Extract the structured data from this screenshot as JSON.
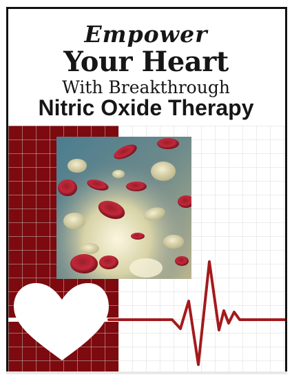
{
  "cover": {
    "title_line1": "Empower",
    "title_line2": "Your Heart",
    "title_line3": "With Breakthrough",
    "title_line4": "Nitric Oxide Therapy"
  },
  "colors": {
    "dark_red": "#7d0a0e",
    "ecg_red": "#a31a1c",
    "grid_line": "#d9d9d9",
    "title_text": "#161616"
  },
  "icons": {
    "heart": "heart-icon",
    "heartbeat_line": "ecg-line"
  }
}
